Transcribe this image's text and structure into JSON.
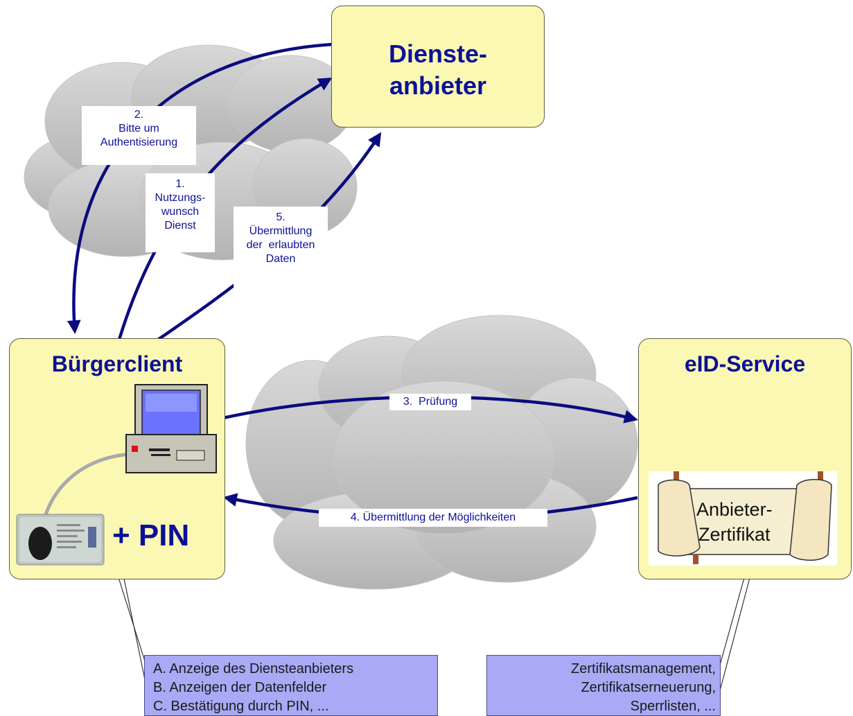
{
  "diagram": {
    "service_provider": {
      "line1": "Dienste-",
      "line2": "anbieter"
    },
    "citizen_client": {
      "title": "Bürgerclient",
      "pin": "+ PIN"
    },
    "eid_service": {
      "title": "eID-Service",
      "certificate": {
        "line1": "Anbieter-",
        "line2": "Zertifikat"
      }
    },
    "steps": {
      "step1": [
        "1.",
        "Nutzungs-",
        "wunsch",
        "Dienst"
      ],
      "step2": [
        "2.",
        "Bitte um",
        "Authentisierung"
      ],
      "step3": "3.  Prüfung",
      "step4": "4. Übermittlung der Möglichkeiten",
      "step5": [
        "5.",
        "Übermittlung",
        "der  erlaubten",
        "Daten"
      ]
    },
    "notes": {
      "client": [
        "A. Anzeige des Diensteanbieters",
        "B. Anzeigen der Datenfelder",
        "C. Bestätigung durch PIN, ..."
      ],
      "eid": [
        "Zertifikatsmanagement,",
        "Zertifikatserneuerung,",
        "Sperrlisten, ..."
      ]
    }
  },
  "colors": {
    "box_fill": "#fbf8b4",
    "arrow": "#0b0b80",
    "note_fill": "#a9a9f6",
    "title": "#0b1196"
  },
  "icons": [
    "cloud-icon",
    "computer-icon",
    "id-card-icon",
    "certificate-scroll-icon"
  ]
}
